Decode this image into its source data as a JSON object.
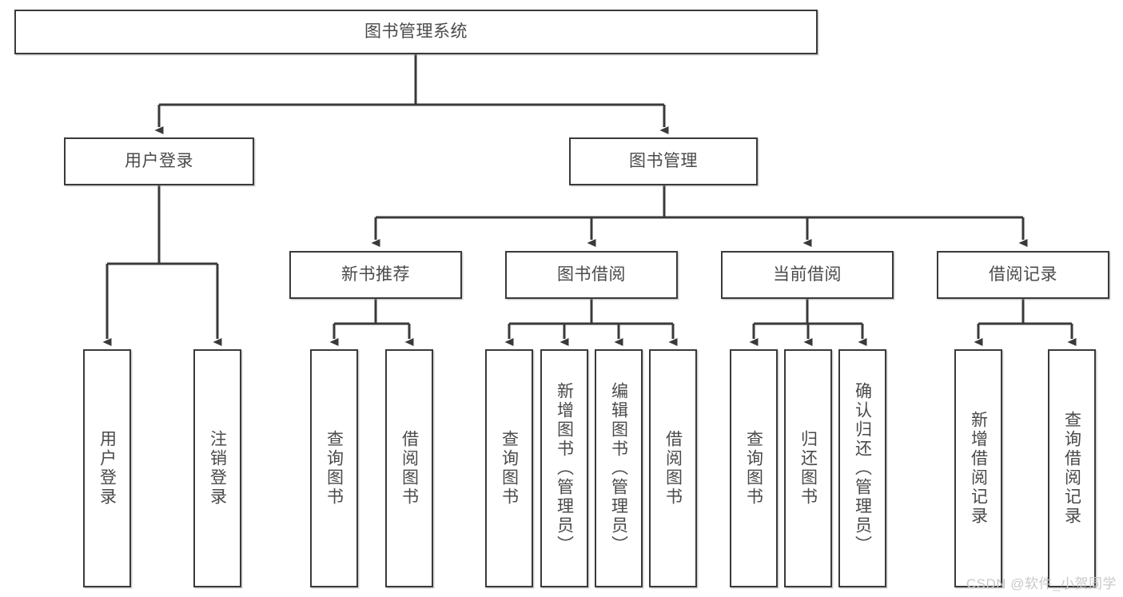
{
  "diagram": {
    "type": "tree-hierarchy",
    "title": "图书管理系统",
    "watermark": "CSDN @软件_小贺同学",
    "palette": {
      "box_border": "#3a3a3a",
      "box_fill": "#ffffff",
      "text": "#4a4a4a",
      "connector": "#3a3a3a",
      "watermark": "#c9c9c9",
      "background": "#ffffff"
    },
    "levels": [
      {
        "level": 1,
        "nodes": [
          {
            "id": "root",
            "label": "图书管理系统"
          }
        ]
      },
      {
        "level": 2,
        "nodes": [
          {
            "id": "login",
            "label": "用户登录",
            "parent": "root"
          },
          {
            "id": "bookmgmt",
            "label": "图书管理",
            "parent": "root"
          }
        ]
      },
      {
        "level": 3,
        "nodes": [
          {
            "id": "newbook",
            "label": "新书推荐",
            "parent": "bookmgmt"
          },
          {
            "id": "borrow",
            "label": "图书借阅",
            "parent": "bookmgmt"
          },
          {
            "id": "current",
            "label": "当前借阅",
            "parent": "bookmgmt"
          },
          {
            "id": "record",
            "label": "借阅记录",
            "parent": "bookmgmt"
          }
        ]
      },
      {
        "level": 4,
        "nodes": [
          {
            "id": "leaf-login-1",
            "label": "用户登录",
            "parent": "login"
          },
          {
            "id": "leaf-login-2",
            "label": "注销登录",
            "parent": "login"
          },
          {
            "id": "leaf-newbook-1",
            "label": "查询图书",
            "parent": "newbook"
          },
          {
            "id": "leaf-newbook-2",
            "label": "借阅图书",
            "parent": "newbook"
          },
          {
            "id": "leaf-borrow-1",
            "label": "查询图书",
            "parent": "borrow"
          },
          {
            "id": "leaf-borrow-2",
            "label": "新增图书（管理员）",
            "parent": "borrow"
          },
          {
            "id": "leaf-borrow-3",
            "label": "编辑图书（管理员）",
            "parent": "borrow"
          },
          {
            "id": "leaf-borrow-4",
            "label": "借阅图书",
            "parent": "borrow"
          },
          {
            "id": "leaf-current-1",
            "label": "查询图书",
            "parent": "current"
          },
          {
            "id": "leaf-current-2",
            "label": "归还图书",
            "parent": "current"
          },
          {
            "id": "leaf-current-3",
            "label": "确认归还（管理员）",
            "parent": "current"
          },
          {
            "id": "leaf-record-1",
            "label": "新增借阅记录",
            "parent": "record"
          },
          {
            "id": "leaf-record-2",
            "label": "查询借阅记录",
            "parent": "record"
          }
        ]
      }
    ]
  }
}
